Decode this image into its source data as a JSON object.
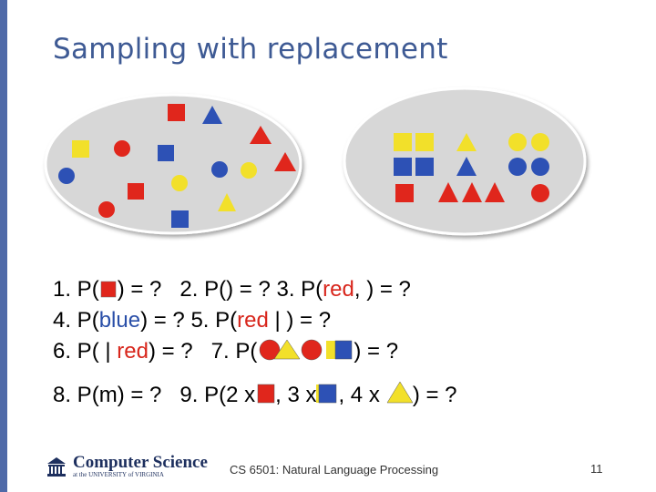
{
  "slide": {
    "title": "Sampling with replacement",
    "questions": {
      "q1_a": "1. P(",
      "q1_b": ") = ?",
      "q2_a": "2. P(",
      "q2_b": ") = ?",
      "q3_a": "3. P(",
      "q3_red": "red",
      "q3_b": ",",
      "q3_c": ") = ?",
      "q4_a": "4. P(",
      "q4_blue": "blue",
      "q4_b": ") = ?",
      "q5_a": "5. P(",
      "q5_red": "red",
      "q5_b": " | ",
      "q5_c": ") = ?",
      "q6_a": "6. P(",
      "q6_b": " | ",
      "q6_red": "red",
      "q6_c": ") = ?",
      "q7_a": "7. P(",
      "q7_b": ") = ?",
      "q8_a": "8. P(",
      "q8_b": ") = ?",
      "q9_a": "9. P(2 x",
      "q9_b": ", 3 x",
      "q9_c": ", 4 x",
      "q9_d": ") = ?"
    },
    "glyph_missing": "",
    "glyph_m": "m",
    "footer": "CS 6501: Natural Language Processing",
    "page_number": "11",
    "logo": {
      "main": "Computer Science",
      "sub": "at the UNIVERSITY of VIRGINIA"
    }
  },
  "colors": {
    "title": "#3e5a94",
    "red_shape": "#e0261c",
    "blue_shape": "#2d51b5",
    "yellow_shape": "#f2e02a",
    "oval_fill": "#d7d7d7",
    "oval_stroke": "#ffffff"
  }
}
